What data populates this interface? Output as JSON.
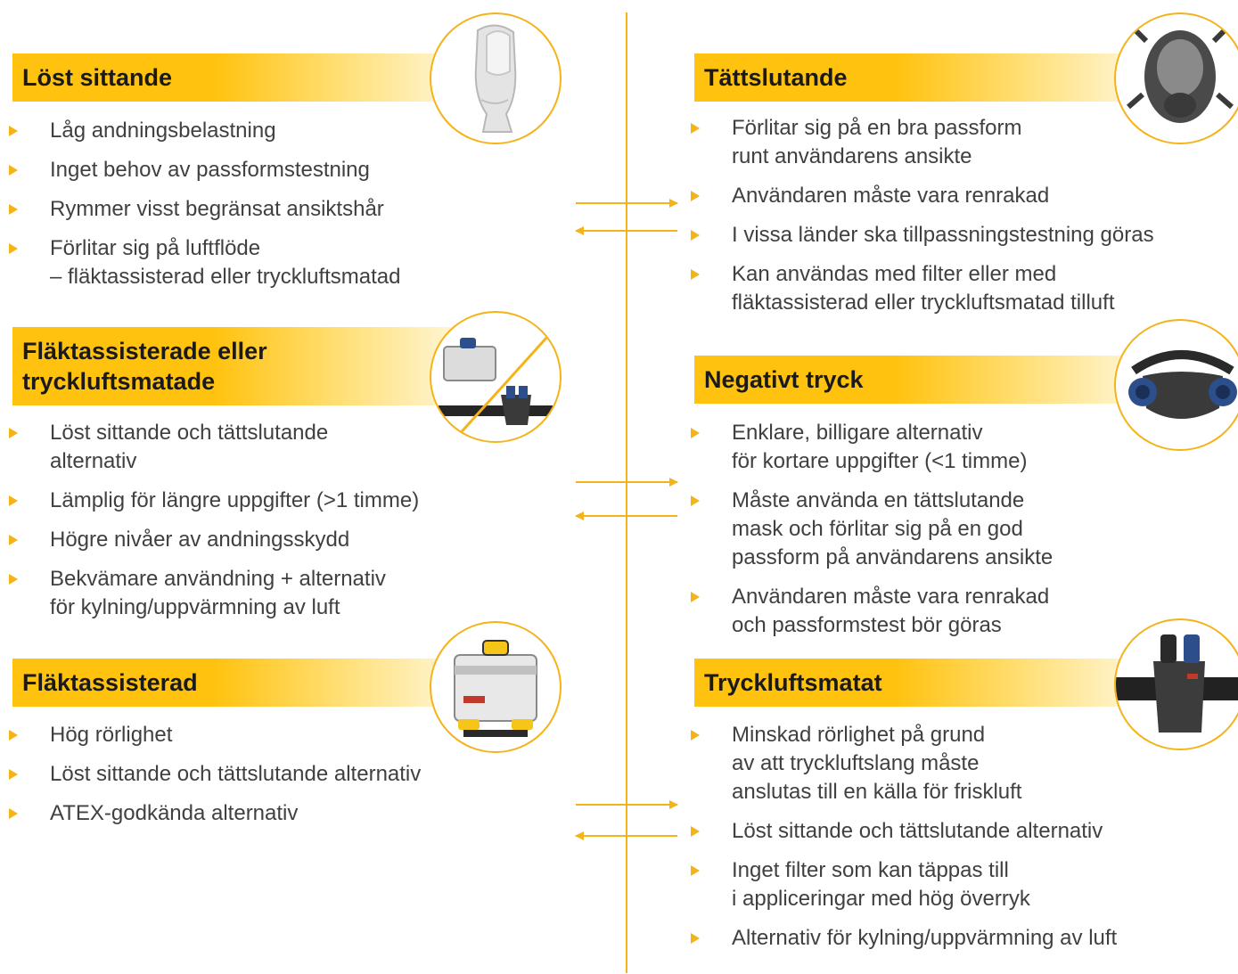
{
  "colors": {
    "accent": "#ffc20e",
    "arrow": "#f5b31a",
    "text": "#404040"
  },
  "left": [
    {
      "title": "Löst sittande",
      "icon": "loose-hood-icon",
      "bullets": [
        "Låg andningsbelastning",
        "Inget behov av passformstestning",
        "Rymmer visst begränsat ansiktshår",
        "Förlitar sig på luftflöde\n– fläktassisterad eller tryckluftsmatad"
      ]
    },
    {
      "title": "Fläktassisterade eller\ntryckluftsmatade",
      "icon": "powered-or-supplied-air-icon",
      "bullets": [
        "Löst sittande och tättslutande\nalternativ",
        "Lämplig för längre uppgifter (>1 timme)",
        "Högre nivåer av andningsskydd",
        "Bekvämare användning + alternativ\nför kylning/uppvärmning av luft"
      ]
    },
    {
      "title": "Fläktassisterad",
      "icon": "powered-air-unit-icon",
      "bullets": [
        "Hög rörlighet",
        "Löst sittande och tättslutande alternativ",
        "ATEX-godkända alternativ"
      ]
    }
  ],
  "right": [
    {
      "title": "Tättslutande",
      "icon": "full-face-mask-icon",
      "bullets": [
        "Förlitar sig på en bra passform\nrunt användarens ansikte",
        "Användaren måste vara renrakad",
        "I vissa länder ska tillpassningstestning göras",
        "Kan användas med filter eller med\nfläktassisterad eller tryckluftsmatad tilluft"
      ]
    },
    {
      "title": "Negativt tryck",
      "icon": "half-mask-icon",
      "bullets": [
        "Enklare, billigare alternativ\nför kortare uppgifter (<1 timme)",
        "Måste använda en tättslutande\nmask och förlitar sig på en god\npassform på användarens ansikte",
        "Användaren måste vara renrakad\noch passformstest bör göras"
      ]
    },
    {
      "title": "Tryckluftsmatat",
      "icon": "supplied-air-valve-icon",
      "bullets": [
        "Minskad rörlighet på grund\nav att tryckluftslang måste\nanslutas till en källa för friskluft",
        "Löst sittande och tättslutande alternativ",
        "Inget filter som kan täppas till\ni appliceringar med hög överryk",
        "Alternativ för kylning/uppvärmning av luft"
      ]
    }
  ]
}
